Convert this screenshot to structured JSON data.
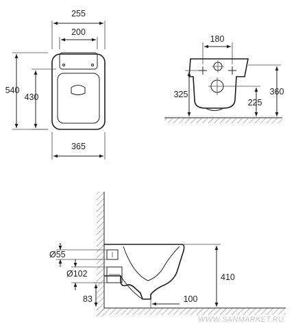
{
  "top_view": {
    "width_outer": "255",
    "width_inner": "200",
    "length_total": "540",
    "length_inner": "430",
    "depth": "365"
  },
  "front_view": {
    "hole_spacing": "180",
    "mount_height": "325",
    "outlet_height": "225",
    "total_height": "360"
  },
  "side_view": {
    "inlet_diameter": "Ø55",
    "outlet_diameter": "Ø102",
    "floor_clearance": "83",
    "bowl_height": "410",
    "offset": "100"
  },
  "watermark": "WWW.SANMARKET.RU"
}
